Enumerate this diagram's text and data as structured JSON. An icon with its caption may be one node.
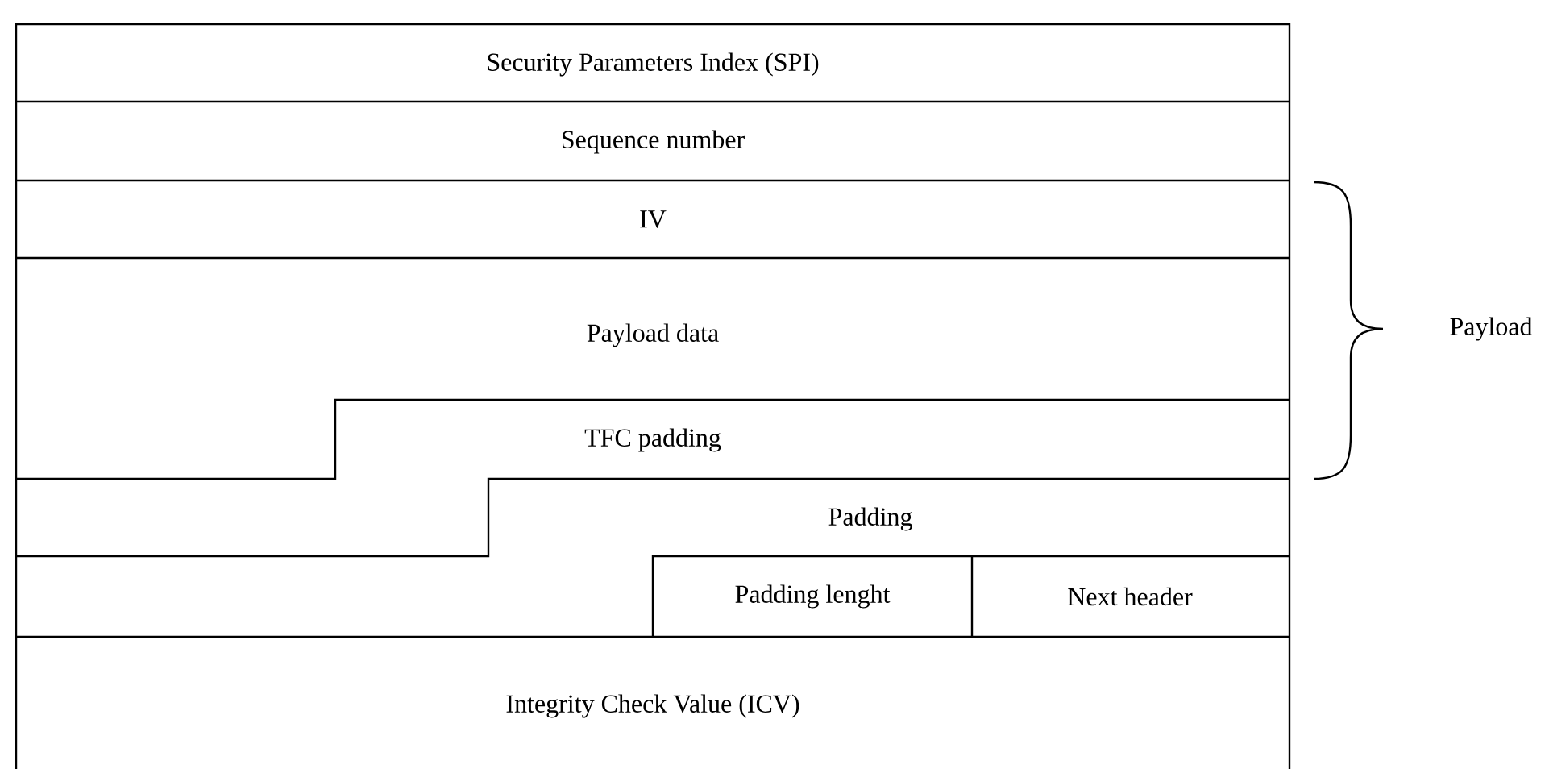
{
  "diagram": {
    "nodes": [
      {
        "text": [
          "Security Parameters Index (SPI)"
        ]
      },
      {
        "text": [
          "Sequence number"
        ]
      },
      {
        "text": [
          "IV"
        ]
      },
      {
        "text": [
          "Payload data"
        ]
      },
      {
        "text": [
          "TFC padding"
        ]
      },
      {
        "text": [
          "Padding"
        ]
      },
      {
        "text": [
          "Padding lenght"
        ]
      },
      {
        "text": [
          "Next header"
        ]
      },
      {
        "text": [
          "Integrity Check Value (ICV)"
        ]
      }
    ],
    "labels": [
      "Payload"
    ]
  }
}
